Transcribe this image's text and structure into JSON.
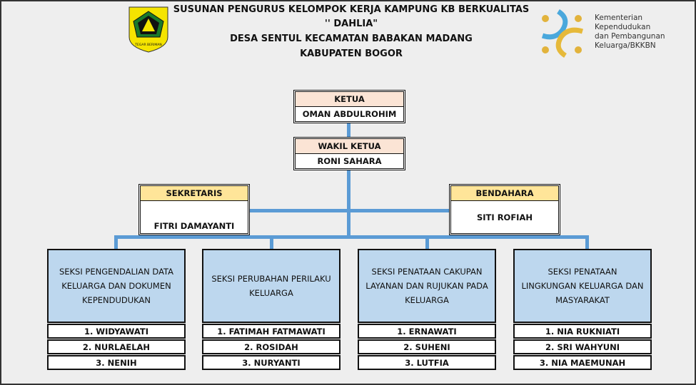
{
  "header": {
    "lines": [
      "SUSUNAN PENGURUS KELOMPOK KERJA KAMPUNG KB BERKUALITAS",
      "'' DAHLIA\"",
      "DESA SENTUL KECAMATAN BABAKAN MADANG",
      "KABUPATEN BOGOR"
    ],
    "left_logo_text": "TEGAR BERIMAN",
    "right_logo_text": [
      "Kementerian",
      "Kependudukan",
      "dan Pembangunan",
      "Keluarga/BKKBN"
    ]
  },
  "colors": {
    "line": "#5b9bd5",
    "peach": "#fbe4d5",
    "yellow": "#ffe599",
    "section": "#bdd7ee"
  },
  "ketua": {
    "role": "KETUA",
    "name": "OMAN ABDULROHIM"
  },
  "wakil": {
    "role": "WAKIL KETUA",
    "name": "RONI SAHARA"
  },
  "sekretaris": {
    "role": "SEKRETARIS",
    "name": "FITRI DAMAYANTI"
  },
  "bendahara": {
    "role": "BENDAHARA",
    "name": "SITI ROFIAH"
  },
  "sections": [
    {
      "title": "SEKSI PENGENDALIAN DATA KELUARGA DAN DOKUMEN KEPENDUDUKAN",
      "members": [
        "1. WIDYAWATI",
        "2. NURLAELAH",
        "3. NENIH"
      ]
    },
    {
      "title": "SEKSI PERUBAHAN PERILAKU KELUARGA",
      "members": [
        "1. FATIMAH FATMAWATI",
        "2. ROSIDAH",
        "3. NURYANTI"
      ]
    },
    {
      "title": "SEKSI PENATAAN CAKUPAN LAYANAN DAN RUJUKAN PADA KELUARGA",
      "members": [
        "1. ERNAWATI",
        "2. SUHENI",
        "3. LUTFIA"
      ]
    },
    {
      "title": "SEKSI PENATAAN LINGKUNGAN KELUARGA DAN MASYARAKAT",
      "members": [
        "1. NIA RUKNIATI",
        "2. SRI WAHYUNI",
        "3. NIA MAEMUNAH"
      ]
    }
  ]
}
